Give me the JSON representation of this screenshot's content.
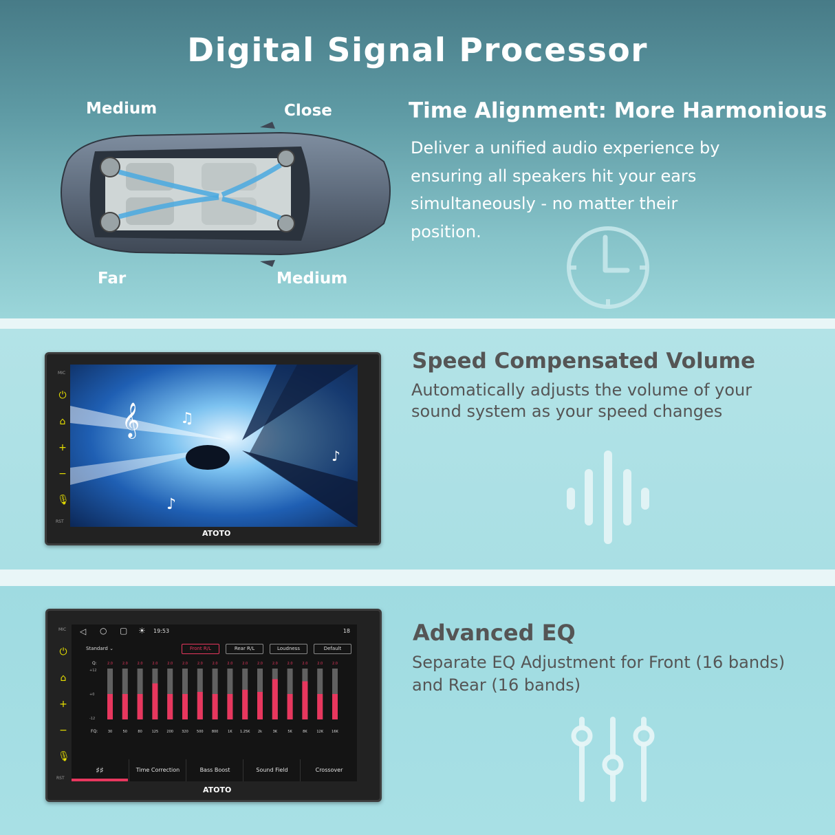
{
  "header": {
    "title": "Digital Signal Processor"
  },
  "time_alignment": {
    "labels": {
      "top_left": "Medium",
      "top_right": "Close",
      "bottom_left": "Far",
      "bottom_right": "Medium"
    },
    "heading": "Time Alignment: More Harmonious",
    "lines": [
      "Deliver a unified audio experience by",
      "ensuring all speakers hit your ears",
      "simultaneously - no matter their",
      "position."
    ],
    "icon": "clock-icon"
  },
  "speed_volume": {
    "heading": "Speed Compensated Volume",
    "lines": [
      "Automatically adjusts the volume of your",
      "sound system as your speed changes"
    ],
    "icon": "sound-wave-icon",
    "device": {
      "brand": "ATOTO",
      "mic": "MIC",
      "rst": "RST"
    }
  },
  "advanced_eq": {
    "heading": "Advanced EQ",
    "lines": [
      "Separate EQ Adjustment for Front (16 bands)",
      "and Rear (16 bands)"
    ],
    "icon": "sliders-icon",
    "device": {
      "brand": "ATOTO",
      "mic": "MIC",
      "rst": "RST",
      "time": "19:53",
      "status": "18",
      "preset": "Standard",
      "chips": [
        "Front R/L",
        "Rear R/L",
        "Loudness",
        "Default"
      ],
      "q_label": "Q:",
      "fq_label": "FQ:",
      "scale": [
        "+12",
        "+0",
        "-12"
      ],
      "tabs": [
        "Time Correction",
        "Bass Boost",
        "Sound Field",
        "Crossover"
      ]
    }
  },
  "chart_data": {
    "type": "bar",
    "categories": [
      "30",
      "50",
      "80",
      "125",
      "200",
      "320",
      "500",
      "800",
      "1K",
      "1.25K",
      "2k",
      "3K",
      "5K",
      "8K",
      "12K",
      "16K"
    ],
    "q_values": [
      "2.0",
      "2.0",
      "2.0",
      "2.0",
      "2.0",
      "2.0",
      "2.0",
      "2.0",
      "2.0",
      "2.0",
      "2.0",
      "2.0",
      "2.0",
      "2.0",
      "2.0",
      "2.0"
    ],
    "values": [
      0,
      0,
      0,
      5,
      0,
      0,
      1,
      0,
      0,
      2,
      1,
      7,
      0,
      6,
      0,
      0
    ],
    "ylim": [
      -12,
      12
    ]
  },
  "colors": {
    "accent": "#e8375e",
    "bar_inactive": "#6e6e6e",
    "side_icons": "#e8e000"
  }
}
